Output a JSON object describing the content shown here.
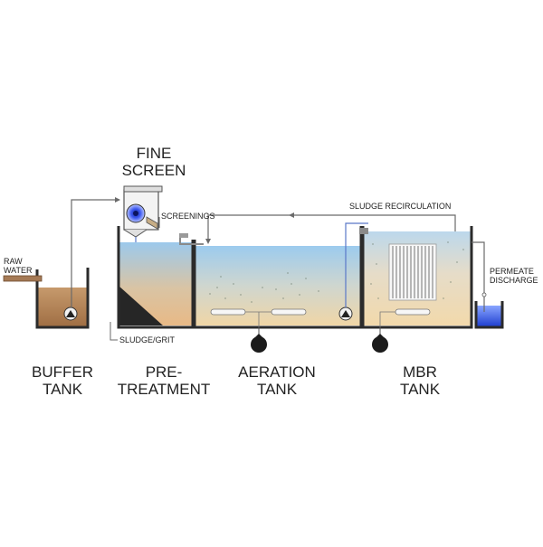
{
  "labels": {
    "fine_screen": [
      "FINE",
      "SCREEN"
    ],
    "raw_water": [
      "RAW",
      "WATER"
    ],
    "screenings": "SCREENINGS",
    "sludge_recirculation": "SLUDGE RECIRCULATION",
    "permeate_discharge": [
      "PERMEATE",
      "DISCHARGE"
    ],
    "sludge_grit": "SLUDGE/GRIT",
    "buffer_tank": [
      "BUFFER",
      "TANK"
    ],
    "pre_treatment": [
      "PRE-",
      "TREATMENT"
    ],
    "aeration_tank": [
      "AERATION",
      "TANK"
    ],
    "mbr_tank": [
      "MBR",
      "TANK"
    ]
  },
  "colors": {
    "tank_wall": "#2b2b2b",
    "brown_liquid": "#b98a5c",
    "blue_liquid": "#a8d0ee",
    "permeate": "#2f4fd8",
    "pipe": "#6a6a6a",
    "raw_pipe": "#a57a55"
  }
}
